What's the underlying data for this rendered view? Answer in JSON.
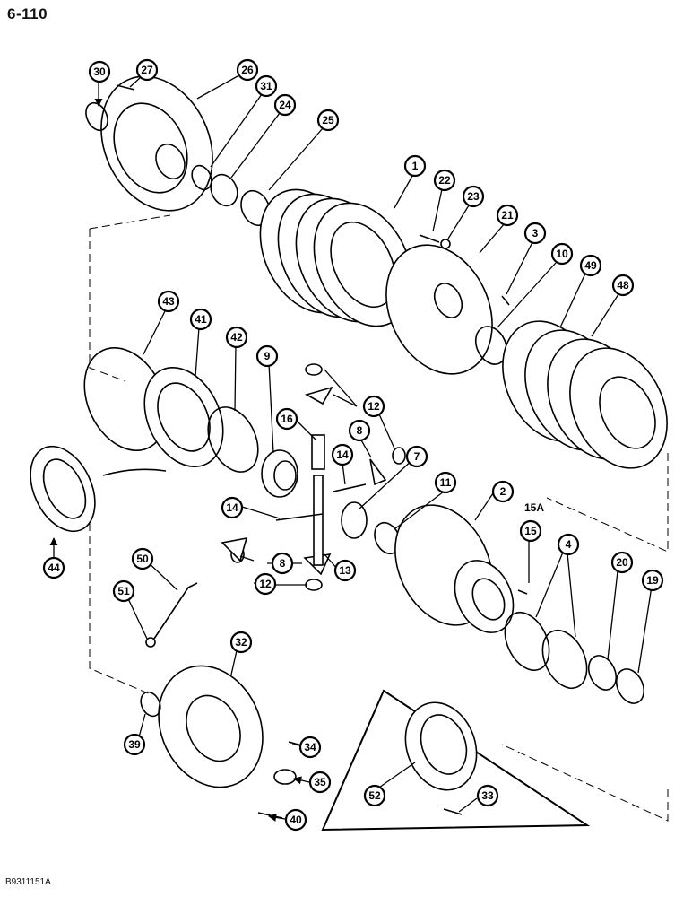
{
  "page_number": "6-110",
  "figure_code": "B9311151A",
  "callouts": [
    "30",
    "27",
    "26",
    "31",
    "24",
    "25",
    "1",
    "22",
    "23",
    "21",
    "3",
    "10",
    "49",
    "48",
    "43",
    "41",
    "42",
    "9",
    "12",
    "16",
    "8",
    "14",
    "7",
    "11",
    "2",
    "15A",
    "15",
    "4",
    "20",
    "19",
    "44",
    "50",
    "51",
    "13",
    "32",
    "39",
    "34",
    "35",
    "40",
    "52",
    "33"
  ]
}
